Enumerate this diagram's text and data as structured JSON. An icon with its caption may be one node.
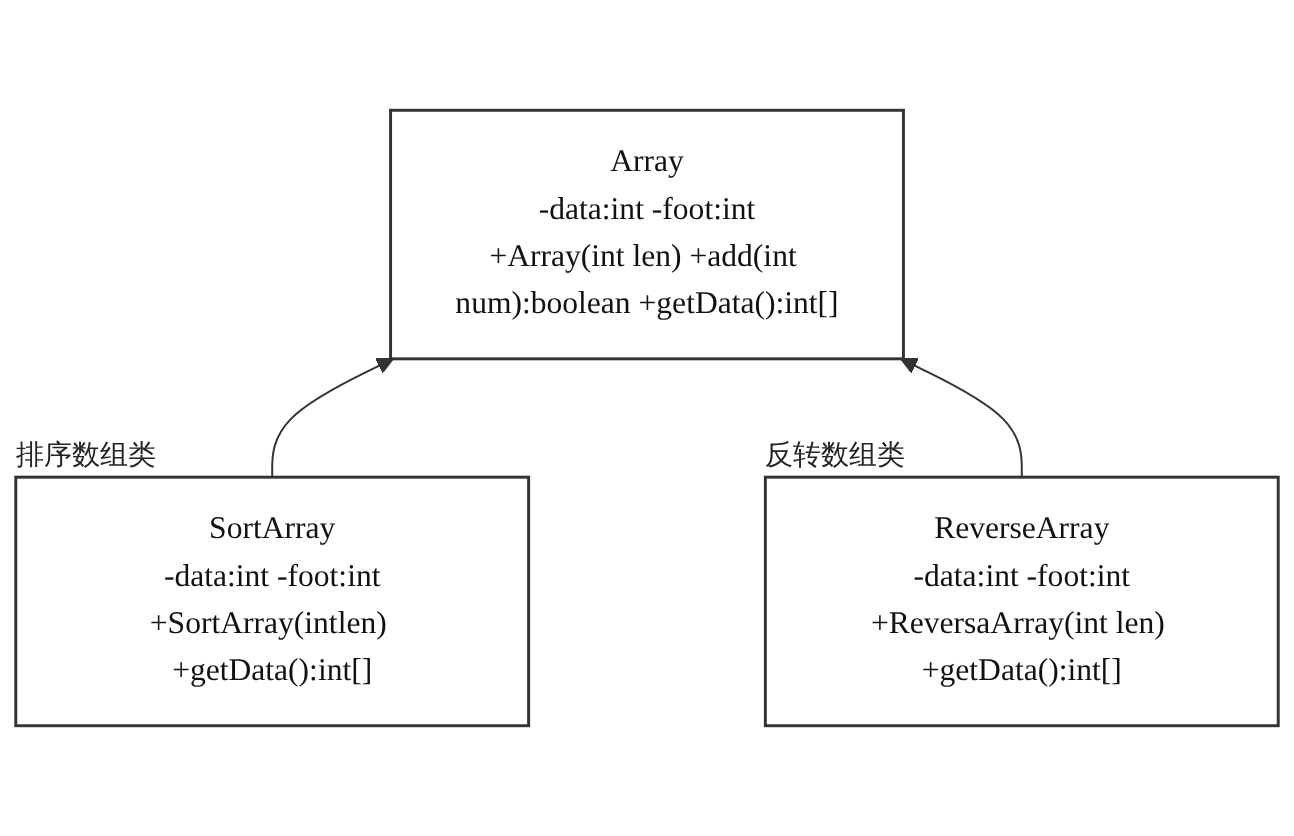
{
  "diagram": {
    "nodes": [
      {
        "text": [
          "Array",
          "-data:int -foot:int",
          "+Array(int len) +add(int num):boolean +getData():int[]"
        ]
      },
      {
        "text": [
          "SortArray",
          "-data:int -foot:int",
          "+SortArray(intlen) +getData():int[]"
        ],
        "beside": [
          "排序数组类"
        ]
      },
      {
        "text": [
          "ReverseArray",
          "-data:int -foot:int",
          "+ReversaArray(int len) +getData():int[]"
        ],
        "beside": [
          "反转数组类"
        ]
      }
    ],
    "edges": [
      {
        "from": 1,
        "to": 0,
        "arrow": "to"
      },
      {
        "from": 2,
        "to": 0,
        "arrow": "to"
      }
    ]
  }
}
